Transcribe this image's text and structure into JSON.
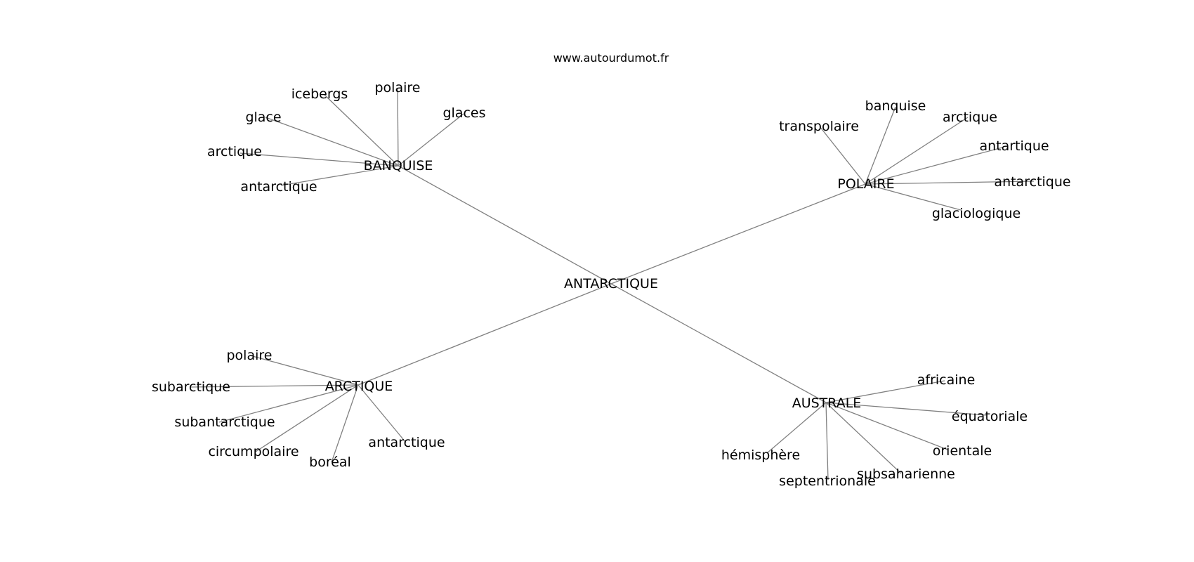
{
  "site": "www.autourdumot.fr",
  "root": "ANTARCTIQUE",
  "clusters": [
    {
      "hub": "BANQUISE",
      "leaves": [
        "icebergs",
        "polaire",
        "glaces",
        "glace",
        "arctique",
        "antarctique"
      ]
    },
    {
      "hub": "POLAIRE",
      "leaves": [
        "banquise",
        "transpolaire",
        "arctique",
        "antartique",
        "antarctique",
        "glaciologique"
      ]
    },
    {
      "hub": "ARCTIQUE",
      "leaves": [
        "polaire",
        "subarctique",
        "subantarctique",
        "circumpolaire",
        "boréal",
        "antarctique"
      ]
    },
    {
      "hub": "AUSTRALE",
      "leaves": [
        "africaine",
        "équatoriale",
        "orientale",
        "subsaharienne",
        "septentrionale",
        "hémisphère"
      ]
    }
  ]
}
